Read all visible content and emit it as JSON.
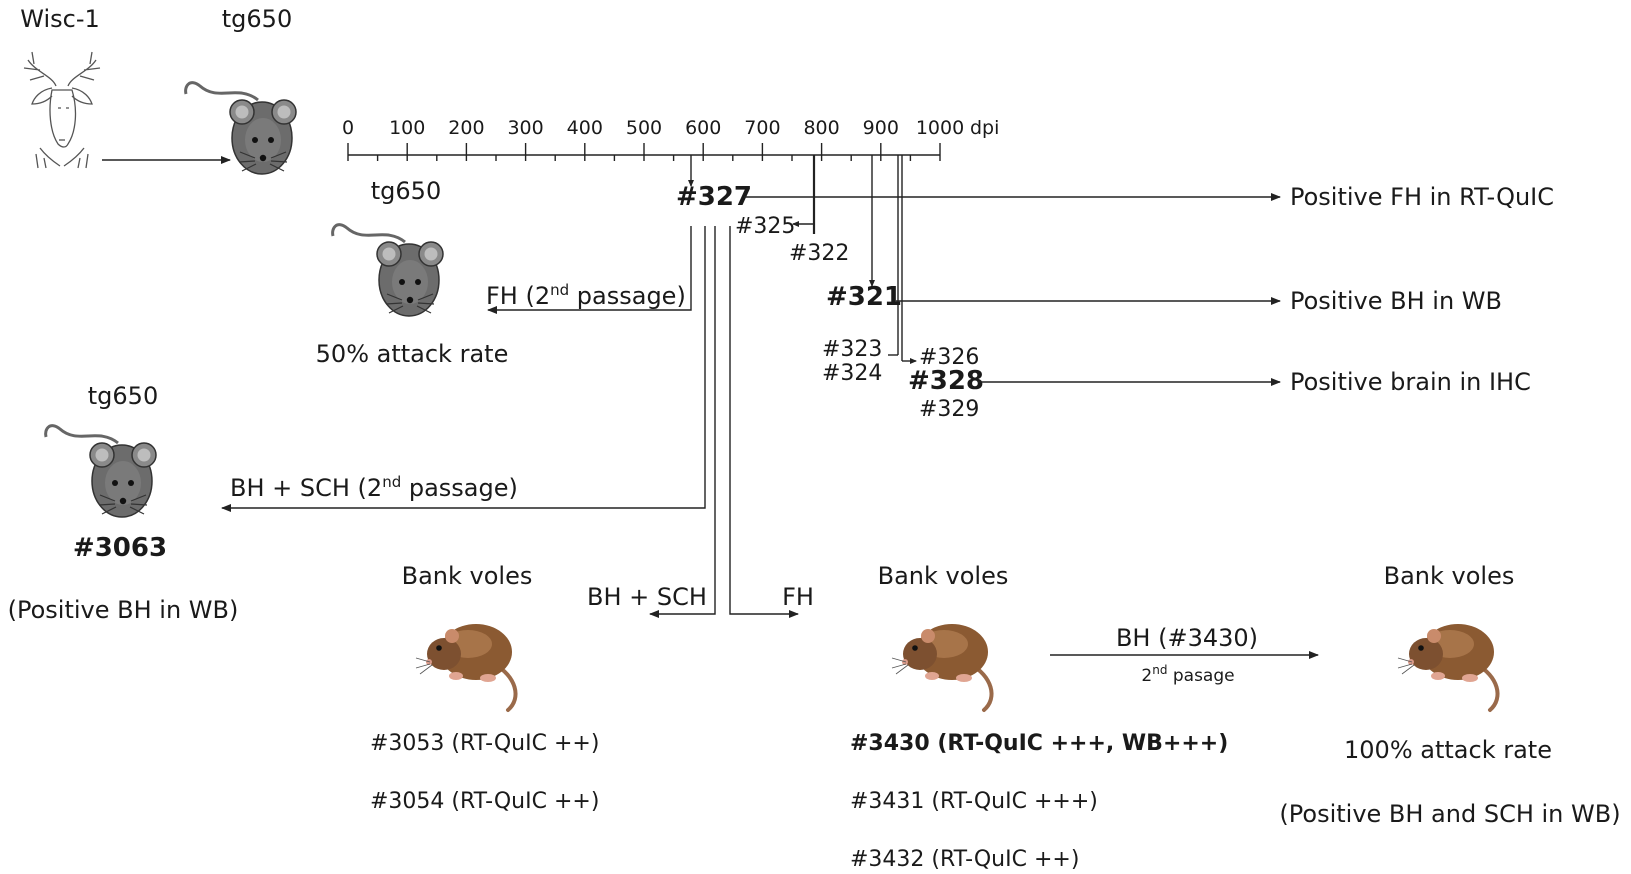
{
  "source": {
    "label": "Wisc-1",
    "icon": "deer-head-icon"
  },
  "first_host": {
    "label": "tg650",
    "icon": "mouse-icon"
  },
  "timeline": {
    "ticks": [
      "0",
      "100",
      "200",
      "300",
      "400",
      "500",
      "600",
      "700",
      "800",
      "900",
      "1000"
    ],
    "unit": "dpi"
  },
  "tg650_group": {
    "label": "tg650",
    "animals": [
      "#327",
      "#325",
      "#322",
      "#321",
      "#323",
      "#324",
      "#326",
      "#328",
      "#329"
    ],
    "highlighted": [
      "#327",
      "#321",
      "#328"
    ]
  },
  "outcomes": {
    "fh_rtquic": "Positive FH in RT-QuIC",
    "bh_wb": "Positive BH in WB",
    "brain_ihc": "Positive brain in IHC"
  },
  "tg650_fh_passage": {
    "arrow_label_pre": "FH (2",
    "arrow_label_sup": "nd",
    "arrow_label_post": " passage)",
    "icon": "mouse-icon",
    "result": "50% attack rate"
  },
  "tg650_bh_passage": {
    "host_label": "tg650",
    "arrow_label_pre": "BH + SCH (2",
    "arrow_label_sup": "nd",
    "arrow_label_post": " passage)",
    "icon": "mouse-icon",
    "id": "#3063",
    "result": "(Positive BH in WB)"
  },
  "voles_bh_sch": {
    "arrow_label": "BH + SCH",
    "label": "Bank voles",
    "icon": "bank-vole-icon",
    "animals": [
      "#3053 (RT-QuIC ++)",
      "#3054 (RT-QuIC ++)"
    ]
  },
  "voles_fh": {
    "arrow_label": "FH",
    "label": "Bank voles",
    "icon": "bank-vole-icon",
    "animals": [
      "#3430 (RT-QuIC +++, WB+++)",
      "#3431 (RT-QuIC +++)",
      "#3432 (RT-QuIC ++)"
    ]
  },
  "vole_second_passage": {
    "arrow_label": "BH (#3430)",
    "sub_label_sup": "nd",
    "sub_label_pre": "2",
    "sub_label_post": " pasage",
    "label": "Bank voles",
    "icon": "bank-vole-icon",
    "result": "100% attack rate",
    "result2": "(Positive BH and SCH in WB)"
  }
}
